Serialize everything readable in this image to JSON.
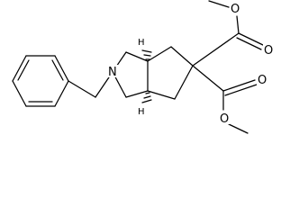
{
  "molecule": {
    "atoms": {
      "nitrogen": "N",
      "oxygen": "O",
      "hydrogen": "H"
    },
    "colors": {
      "bond": "#000000",
      "background": "#ffffff"
    }
  }
}
